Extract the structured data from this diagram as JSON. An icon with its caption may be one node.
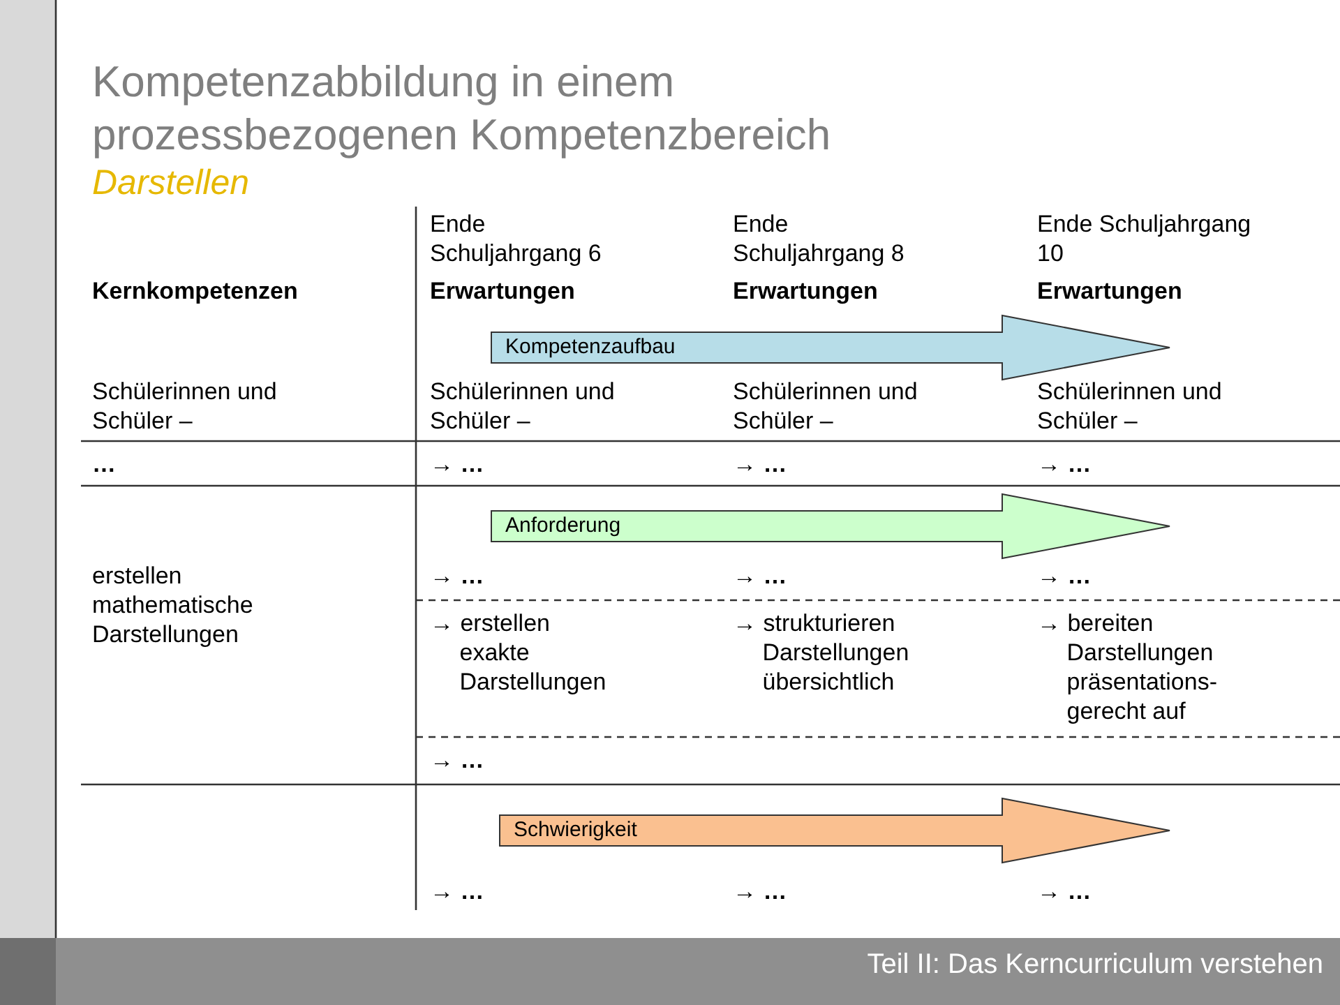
{
  "diagram": {
    "title": "Kompetenzabbildung in einem prozessbezogenen Kompetenzbereich",
    "nodes": [
      {
        "text": [
          "Kompetenzaufbau"
        ]
      },
      {
        "text": [
          "Anforderung"
        ]
      },
      {
        "text": [
          "Schwierigkeit"
        ]
      }
    ],
    "labels": [
      "Darstellen",
      "Ende Schuljahrgang 6",
      "Ende Schuljahrgang 8",
      "Ende Schuljahrgang 10",
      "Kernkompetenzen",
      "Erwartungen",
      "Erwartungen",
      "Erwartungen",
      "Schülerinnen und Schüler –",
      "Schülerinnen und Schüler –",
      "Schülerinnen und Schüler –",
      "Schülerinnen und Schüler –",
      "…",
      "→ …",
      "→ …",
      "→ …",
      "erstellen mathematische Darstellungen",
      "→ …",
      "→ …",
      "→ …",
      "→ erstellen exakte Darstellungen",
      "→ strukturieren Darstellungen übersichtlich",
      "→ bereiten Darstellungen präsentations- gerecht auf",
      "→ …",
      "→ …",
      "→ …",
      "→ …",
      "Teil II: Das Kerncurriculum verstehen"
    ]
  }
}
